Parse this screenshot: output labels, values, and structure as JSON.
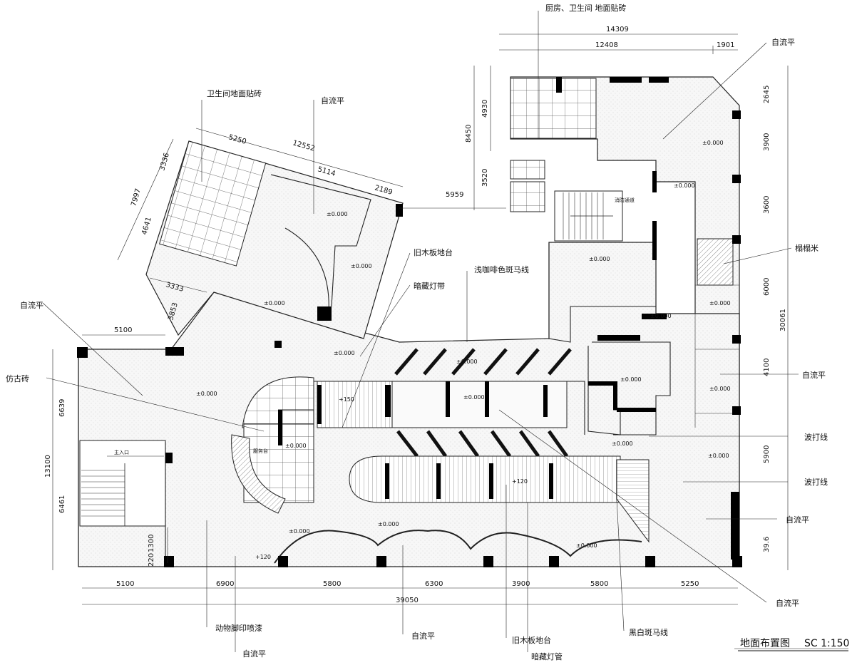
{
  "drawing": {
    "title": "地面布置图",
    "scale": "SC 1:150"
  },
  "labels": {
    "kitchen_tile": "厨房、卫生间 地面贴砖",
    "toilet_tile": "卫生间地面贴砖",
    "self_level_1": "自流平",
    "self_level_2": "自流平",
    "self_level_3": "自流平",
    "self_level_4": "自流平",
    "self_level_5": "自流平",
    "self_level_6": "自流平",
    "self_level_7": "自流平",
    "self_level_8": "自流平",
    "old_wood_platform_top": "旧木板地台",
    "hidden_light_strip": "暗藏灯带",
    "zebra_line_coffee": "浅咖啡色斑马线",
    "tatami": "榻榻米",
    "antique_tile": "仿古砖",
    "wave_line_1": "波打线",
    "wave_line_2": "波打线",
    "animal_print": "动物脚印喷漆",
    "old_wood_platform_bottom": "旧木板地台",
    "hidden_light_tube": "暗藏灯管",
    "zebra_line_bw": "黑白斑马线",
    "main_entrance": "主入口",
    "service_desk": "服务台",
    "fire_channel": "消防通道"
  },
  "dimensions": {
    "top_total": "14309",
    "top_a": "12408",
    "top_b": "1901",
    "left_wing_a": "5250",
    "left_wing_b": "12552",
    "left_wing_c": "5114",
    "left_wing_d": "2189",
    "left_wing_e": "3336",
    "left_wing_f": "7997",
    "left_wing_g": "4641",
    "left_wing_h": "3333",
    "left_wing_i": "3853",
    "gap": "5959",
    "upper_a": "8450",
    "upper_b": "4930",
    "upper_c": "3520",
    "right_1": "2645",
    "right_2": "3900",
    "right_3": "3600",
    "right_4": "6000",
    "right_total": "30061",
    "right_5": "4100",
    "right_6": "5900",
    "right_7": "39.6",
    "left_top": "5100",
    "left_1": "6639",
    "left_total": "13100",
    "left_2": "6461",
    "left_3": "1300",
    "left_4": "220",
    "bottom_1": "5100",
    "bottom_2": "6900",
    "bottom_3": "5800",
    "bottom_4": "6300",
    "bottom_5": "3900",
    "bottom_6": "5800",
    "bottom_7": "5250",
    "bottom_total": "39050"
  },
  "levels": {
    "l1": "±0.000",
    "l2": "±0.000",
    "l3": "±0.000",
    "l4": "±0.000",
    "l5": "±0.000",
    "l6": "±0.000",
    "l7": "±0.000",
    "l8": "±0.000",
    "l9": "±0.000",
    "l10": "±0.000",
    "l11": "±0.000",
    "l12": "±0.000",
    "l13": "±0.000",
    "l14": "±0.000",
    "l15": "±0.000",
    "l16": "±0.000",
    "l17": "±0.000",
    "l18": "±0.000",
    "l19": "±0.000",
    "l20": "±0.000",
    "p1": "+150",
    "p2": "+120",
    "p3": "+120"
  }
}
